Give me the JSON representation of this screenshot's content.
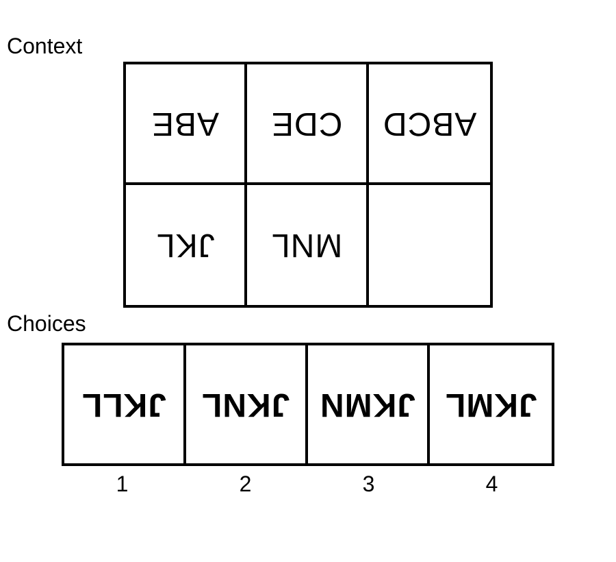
{
  "context": {
    "label": "Context",
    "cells": [
      "ABE",
      "CDE",
      "ABCD",
      "JKL",
      "MNL",
      ""
    ]
  },
  "choices": {
    "label": "Choices",
    "options": [
      {
        "number": "1",
        "text": "JKLL"
      },
      {
        "number": "2",
        "text": "JKNL"
      },
      {
        "number": "3",
        "text": "JKMN"
      },
      {
        "number": "4",
        "text": "JKML"
      }
    ]
  }
}
